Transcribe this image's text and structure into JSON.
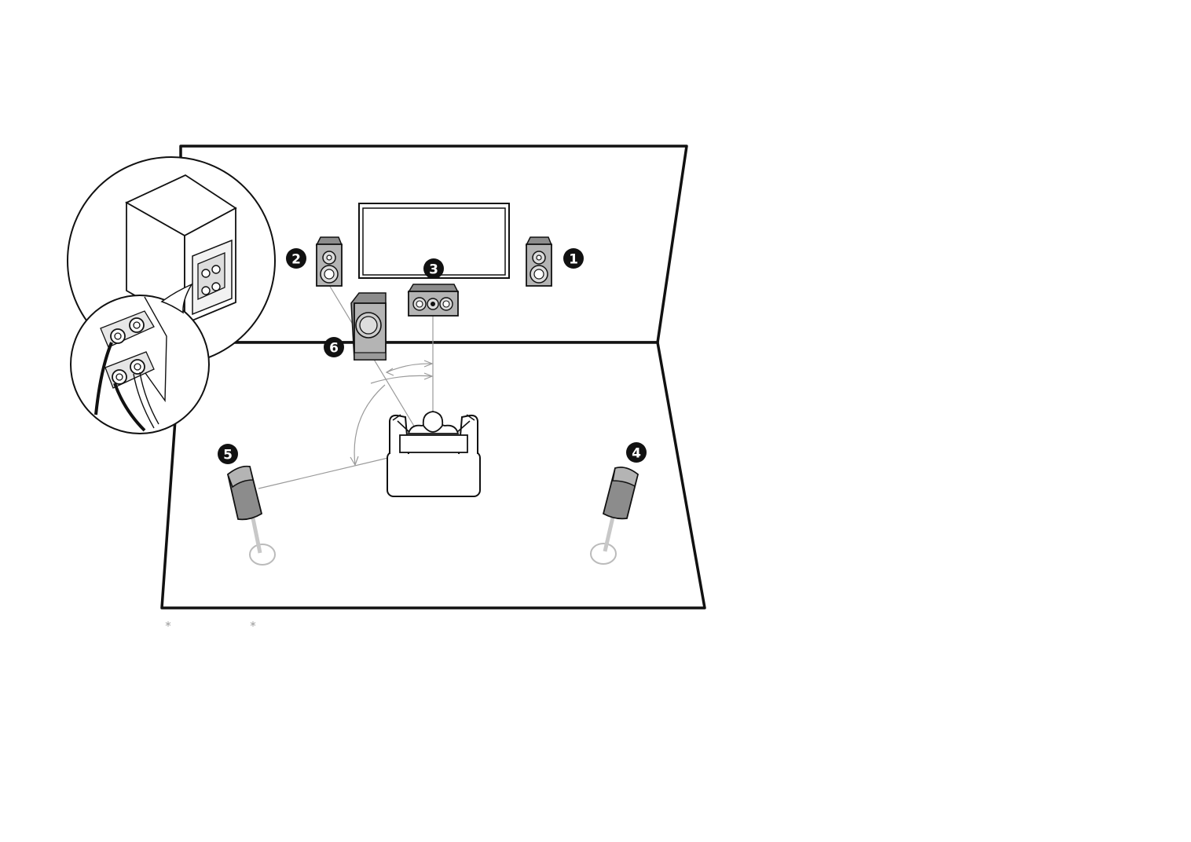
{
  "diagram": {
    "speakers": [
      {
        "id": "front-right",
        "badge": "1"
      },
      {
        "id": "front-left",
        "badge": "2"
      },
      {
        "id": "center",
        "badge": "3"
      },
      {
        "id": "surround-right",
        "badge": "4"
      },
      {
        "id": "surround-left",
        "badge": "5"
      },
      {
        "id": "subwoofer",
        "badge": "6"
      }
    ],
    "footnote_marks": [
      "*",
      "*"
    ]
  },
  "colors": {
    "line": "#111111",
    "speaker_fill": "#b4b4b4",
    "speaker_dark": "#8c8c8c",
    "guide": "#9a9a9a",
    "badge": "#111111"
  }
}
